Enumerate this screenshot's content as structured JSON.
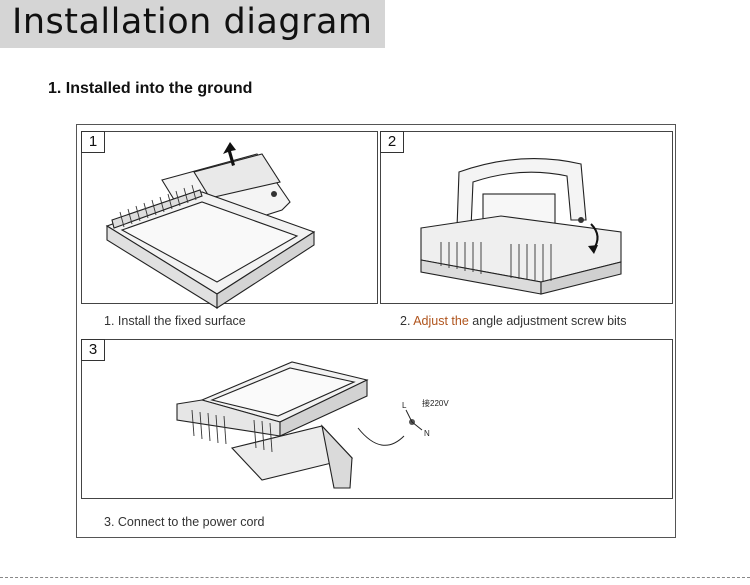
{
  "header": {
    "title": "Installation diagram"
  },
  "section": {
    "title": "1. Installed into the ground"
  },
  "steps": [
    {
      "number": "1",
      "caption": "1. Install the fixed surface"
    },
    {
      "number": "2",
      "caption_pre": "2. ",
      "caption_highlight": "Adjust the",
      "caption_post": " angle adjustment screw bits"
    },
    {
      "number": "3",
      "caption": "3. Connect to the power cord"
    }
  ],
  "wiring": {
    "live": "L",
    "neutral": "N",
    "voltage": "接220V"
  },
  "colors": {
    "banner": "#d5d5d5",
    "highlight": "#b0551e",
    "border": "#444444"
  }
}
